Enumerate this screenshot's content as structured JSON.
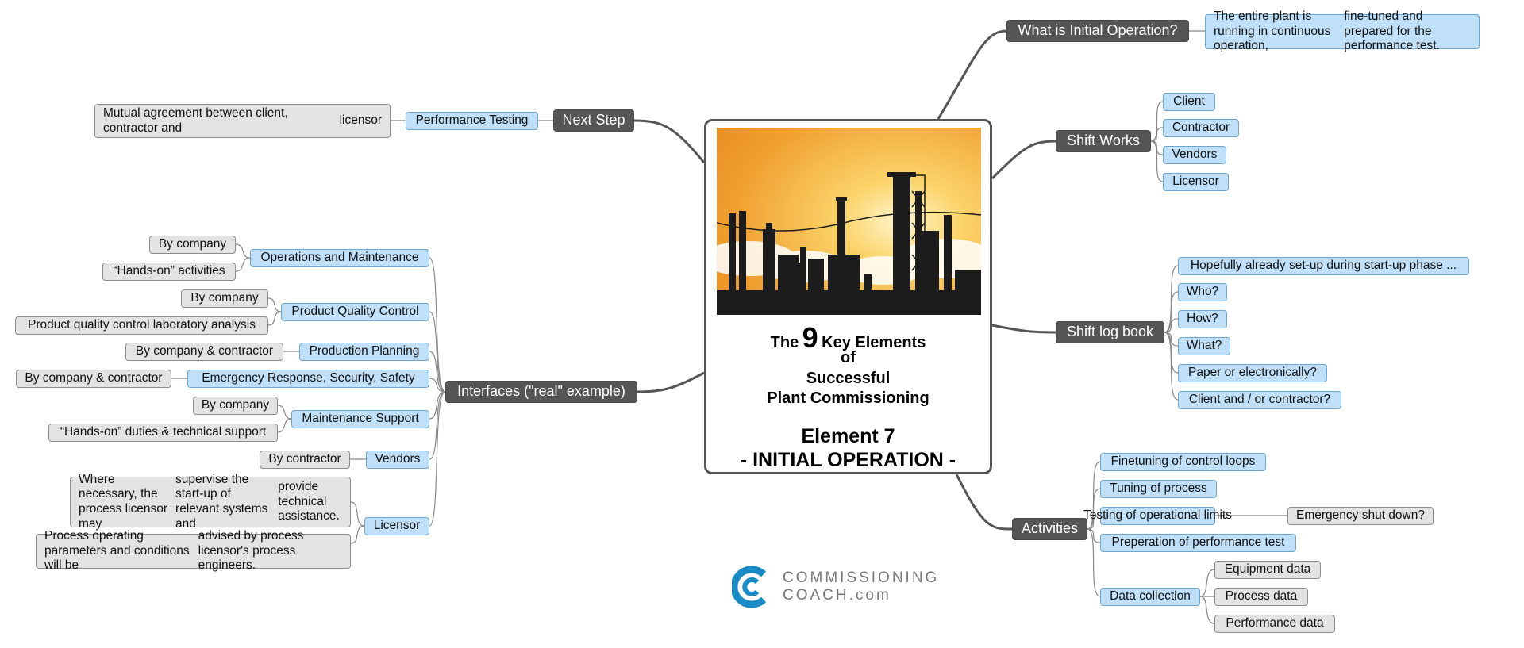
{
  "central": {
    "title_prefix": "The",
    "title_number": "9",
    "title_suffix": "Key Elements",
    "title_line2": "of",
    "title_line3": "Successful",
    "title_line4": "Plant Commissioning",
    "element_line": "Element 7",
    "element_name": "- INITIAL OPERATION -"
  },
  "logo": {
    "line1": "COMMISSIONING",
    "line2": "COACH.com"
  },
  "colors": {
    "topic": "#555555",
    "subtopic": "#bfe0f8",
    "note": "#e3e3e3",
    "logo_blue": "#1a8bc4",
    "sky_orange": "#f0a030"
  },
  "topics": {
    "what_is": {
      "label": "What is Initial Operation?",
      "answer": [
        "The entire plant is running in continuous operation,",
        "fine-tuned and prepared for the performance test."
      ]
    },
    "shift_works": {
      "label": "Shift Works",
      "items": [
        "Client",
        "Contractor",
        "Vendors",
        "Licensor"
      ]
    },
    "shift_log_book": {
      "label": "Shift log book",
      "items": [
        "Hopefully already set-up during start-up phase ...",
        "Who?",
        "How?",
        "What?",
        "Paper or electronically?",
        "Client and / or contractor?"
      ]
    },
    "activities": {
      "label": "Activities",
      "items": [
        "Finetuning of control loops",
        "Tuning of process",
        "Testing of operational limits",
        "Preperation of performance test",
        "Data collection"
      ],
      "testing_note": "Emergency shut down?",
      "data_collection_items": [
        "Equipment data",
        "Process data",
        "Performance data"
      ]
    },
    "next_step": {
      "label": "Next Step",
      "sub": "Performance Testing",
      "note": [
        "Mutual agreement between client, contractor and",
        "licensor"
      ]
    },
    "interfaces": {
      "label": "Interfaces (\"real\" example)",
      "items": {
        "ops": {
          "label": "Operations and Maintenance",
          "notes": [
            "By company",
            "“Hands-on” activities"
          ]
        },
        "pqc": {
          "label": "Product Quality Control",
          "notes": [
            "By company",
            "Product quality control laboratory analysis"
          ]
        },
        "pp": {
          "label": "Production Planning",
          "notes": [
            "By company & contractor"
          ]
        },
        "ers": {
          "label": "Emergency Response, Security, Safety",
          "notes": [
            "By company & contractor"
          ]
        },
        "ms": {
          "label": "Maintenance Support",
          "notes": [
            "By company",
            "“Hands-on” duties & technical support"
          ]
        },
        "vendors": {
          "label": "Vendors",
          "notes": [
            "By contractor"
          ]
        },
        "licensor": {
          "label": "Licensor",
          "note1": [
            "Where necessary, the process licensor may",
            "supervise the start-up of relevant systems and",
            "provide technical assistance."
          ],
          "note2": [
            "Process operating parameters and conditions will be",
            "advised by process licensor's process engineers."
          ]
        }
      }
    }
  }
}
